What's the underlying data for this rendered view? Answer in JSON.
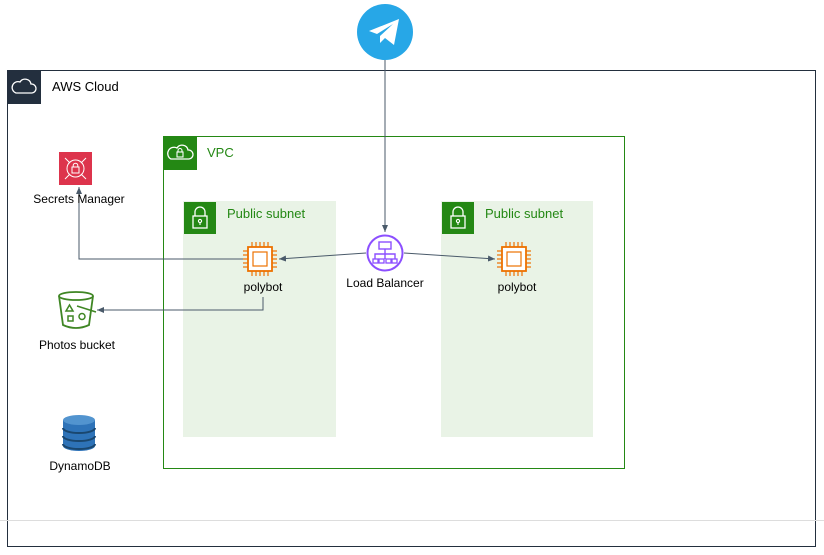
{
  "aws_cloud": {
    "title": "AWS Cloud"
  },
  "vpc": {
    "title": "VPC"
  },
  "subnets": [
    {
      "title": "Public subnet"
    },
    {
      "title": "Public subnet"
    }
  ],
  "nodes": {
    "secrets_manager": "Secrets Manager",
    "photos_bucket": "Photos bucket",
    "dynamodb": "DynamoDB",
    "load_balancer": "Load Balancer",
    "polybot_left": "polybot",
    "polybot_right": "polybot"
  },
  "colors": {
    "aws_dark": "#232f3e",
    "vpc_green": "#248814",
    "subnet_fill": "#e9f3e6",
    "ec2_orange": "#ed7100",
    "elb_purple": "#8c4fff",
    "secrets_red": "#dd344c",
    "s3_green": "#3f8624",
    "dynamo_blue": "#2e73b8",
    "telegram_blue": "#27a7e7",
    "arrow": "#4a5a6a"
  },
  "icons": [
    "telegram-icon",
    "cloud-icon",
    "lock-icon",
    "chip-icon",
    "load-balancer-icon",
    "secrets-manager-icon",
    "bucket-icon",
    "database-icon"
  ]
}
